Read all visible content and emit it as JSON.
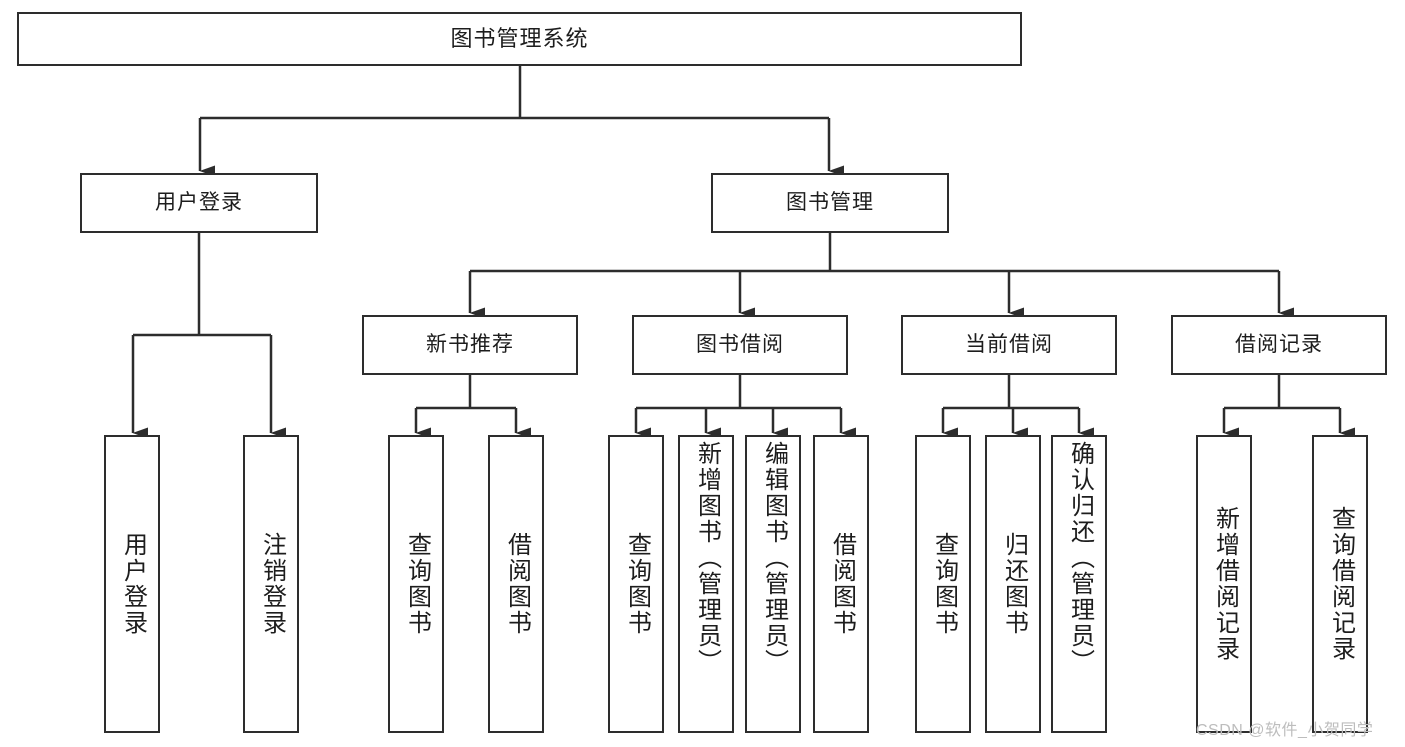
{
  "diagram": {
    "type": "tree-hierarchy",
    "title": "图书管理系统",
    "root": {
      "label": "图书管理系统"
    },
    "level2": [
      {
        "label": "用户登录"
      },
      {
        "label": "图书管理"
      }
    ],
    "level3": [
      {
        "label": "新书推荐"
      },
      {
        "label": "图书借阅"
      },
      {
        "label": "当前借阅"
      },
      {
        "label": "借阅记录"
      }
    ],
    "leaves": {
      "user_login": [
        {
          "label": "用户登录"
        },
        {
          "label": "注销登录"
        }
      ],
      "new_book": [
        {
          "label": "查询图书"
        },
        {
          "label": "借阅图书"
        }
      ],
      "book_borrow": [
        {
          "label": "查询图书"
        },
        {
          "label": "新增图书（管理员）"
        },
        {
          "label": "编辑图书（管理员）"
        },
        {
          "label": "借阅图书"
        }
      ],
      "current_borrow": [
        {
          "label": "查询图书"
        },
        {
          "label": "归还图书"
        },
        {
          "label": "确认归还（管理员）"
        }
      ],
      "borrow_record": [
        {
          "label": "新增借阅记录"
        },
        {
          "label": "查询借阅记录"
        }
      ]
    }
  },
  "watermark": {
    "text": "CSDN @软件_小贺同学"
  },
  "colors": {
    "border": "#2d2d2d",
    "fill": "#ffffff",
    "text": "#1d1d1d",
    "watermark": "#bdbdbd",
    "background": "#ffffff"
  }
}
